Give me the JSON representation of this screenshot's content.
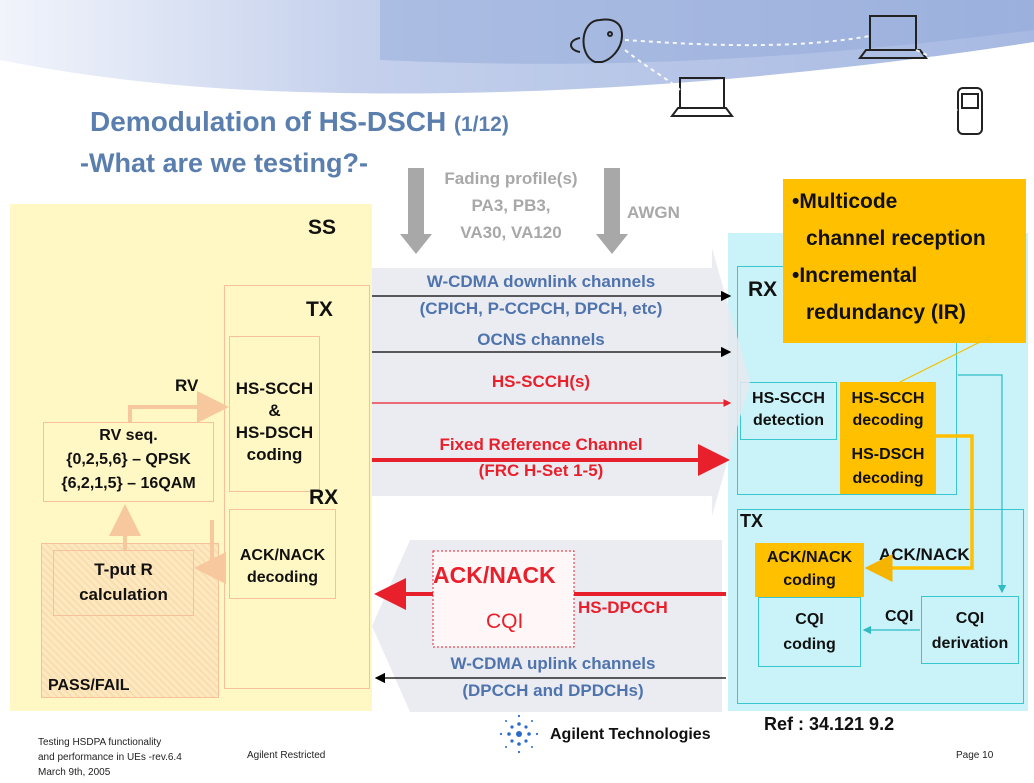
{
  "slide": {
    "title": "Demodulation of HS-DSCH",
    "title_count": "(1/12)",
    "subtitle": "-What are we testing?-",
    "page": "Page 10",
    "reference": "Ref : 34.121 9.2",
    "brand": "Agilent Technologies",
    "footer": {
      "line1": "Testing HSDPA functionality",
      "line2": "and performance in UEs -rev.6.4",
      "line3": "March 9th, 2005",
      "restricted": "Agilent Restricted"
    }
  },
  "impairments": {
    "fading_title": "Fading profile(s)",
    "fading_l1": "PA3, PB3,",
    "fading_l2": "VA30, VA120",
    "awgn": "AWGN"
  },
  "ss": {
    "label": "SS",
    "tx": "TX",
    "rx": "RX",
    "rv": "RV",
    "coding_l1": "HS-SCCH",
    "coding_l2": "&",
    "coding_l3": "HS-DSCH",
    "coding_l4": "coding",
    "rvseq_l1": "RV seq.",
    "rvseq_l2": "{0,2,5,6} – QPSK",
    "rvseq_l3": "{6,2,1,5} – 16QAM",
    "ack_l1": "ACK/NACK",
    "ack_l2": "decoding",
    "tput_l1": "T-put R",
    "tput_l2": "calculation",
    "passfail": "PASS/FAIL"
  },
  "channels": {
    "dl_l1": "W-CDMA downlink channels",
    "dl_l2": "(CPICH, P-CCPCH, DPCH, etc)",
    "ocns": "OCNS channels",
    "hsscch": "HS-SCCH(s)",
    "frc_l1": "Fixed Reference Channel",
    "frc_l2": "(FRC H-Set 1-5)",
    "ack": "ACK/NACK",
    "cqi": "CQI",
    "hsdpcch": "HS-DPCCH",
    "ul_l1": "W-CDMA uplink channels",
    "ul_l2": "(DPCCH and DPDCHs)"
  },
  "ue": {
    "rx": "RX",
    "tx": "TX",
    "det_l1": "HS-SCCH",
    "det_l2": "detection",
    "dec_l1": "HS-SCCH",
    "dec_l2": "decoding",
    "dsch_l1": "HS-DSCH",
    "dsch_l2": "decoding",
    "ackcod_l1": "ACK/NACK",
    "ackcod_l2": "coding",
    "ack_label": "ACK/NACK",
    "cqicod_l1": "CQI",
    "cqicod_l2": "coding",
    "cqi_label": "CQI",
    "cqider_l1": "CQI",
    "cqider_l2": "derivation"
  },
  "callout": {
    "l1": "•Multicode",
    "l2": "channel reception",
    "l3": "•Incremental",
    "l4": "redundancy (IR)"
  },
  "colors": {
    "title": "#5a7fae",
    "channel_blue": "#4f74ad",
    "red": "#e8202c",
    "gold": "#ffc000",
    "ss_fill": "#fff8c4",
    "ue_fill": "#c9f3f8",
    "gray": "#a8a8a8"
  }
}
